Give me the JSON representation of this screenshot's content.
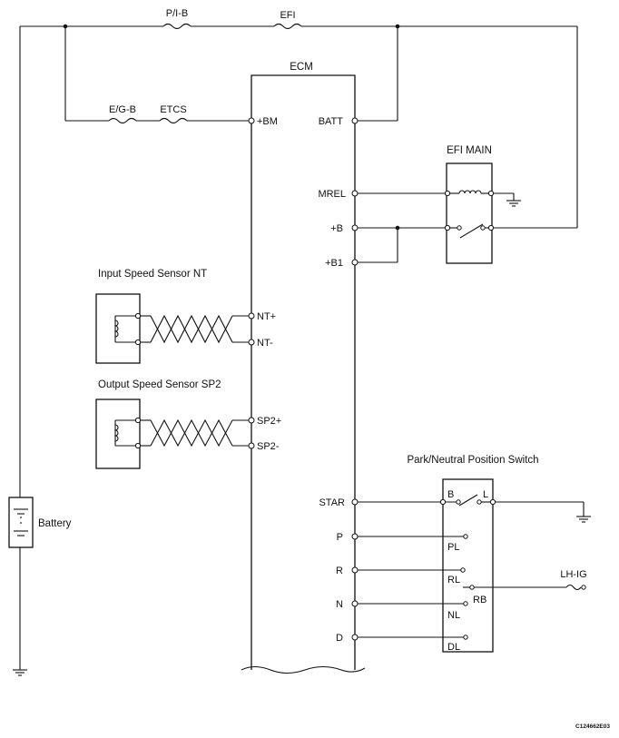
{
  "fuses": {
    "pib": "P/I-B",
    "efi": "EFI",
    "egb": "E/G-B",
    "etcs": "ETCS",
    "lhig": "LH-IG"
  },
  "ecm": {
    "title": "ECM",
    "pins": {
      "bm": "+BM",
      "batt": "BATT",
      "mrel": "MREL",
      "b": "+B",
      "b1": "+B1",
      "nt_plus": "NT+",
      "nt_minus": "NT-",
      "sp2_plus": "SP2+",
      "sp2_minus": "SP2-",
      "star": "STAR",
      "p": "P",
      "r": "R",
      "n": "N",
      "d": "D"
    }
  },
  "relay": {
    "title": "EFI MAIN"
  },
  "sensors": {
    "nt": "Input Speed Sensor NT",
    "sp2": "Output Speed Sensor SP2"
  },
  "battery": {
    "label": "Battery"
  },
  "pnp_switch": {
    "title": "Park/Neutral Position Switch",
    "terminals": {
      "b": "B",
      "l": "L",
      "pl": "PL",
      "rl": "RL",
      "rb": "RB",
      "nl": "NL",
      "dl": "DL"
    }
  },
  "figure_code": "C124662E03"
}
